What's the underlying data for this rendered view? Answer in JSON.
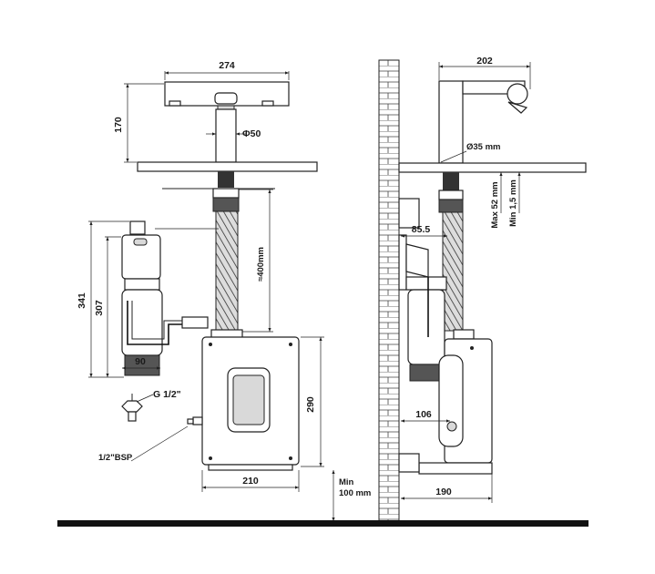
{
  "front_view": {
    "dim_spout_width": "274",
    "dim_spout_height": "170",
    "dim_pipe_diameter": "Φ50",
    "dim_hose_length": "≈400mm",
    "dim_valve_height": "341",
    "dim_valve_inner_height": "307",
    "dim_valve_width": "90",
    "label_inlet_thread": "G 1/2\"",
    "label_bsp": "1/2\"BSP",
    "dim_box_height": "290",
    "dim_box_width": "210",
    "dim_min_clearance_a": "Min",
    "dim_min_clearance_b": "100 mm"
  },
  "side_view": {
    "dim_spout_reach": "202",
    "dim_hole_diameter": "Ø35 mm",
    "dim_max_thickness": "Max  52 mm",
    "dim_min_thickness": "Min 1,5 mm",
    "dim_wall_offset": "85.5",
    "dim_box_offset": "106",
    "dim_box_depth": "190"
  }
}
